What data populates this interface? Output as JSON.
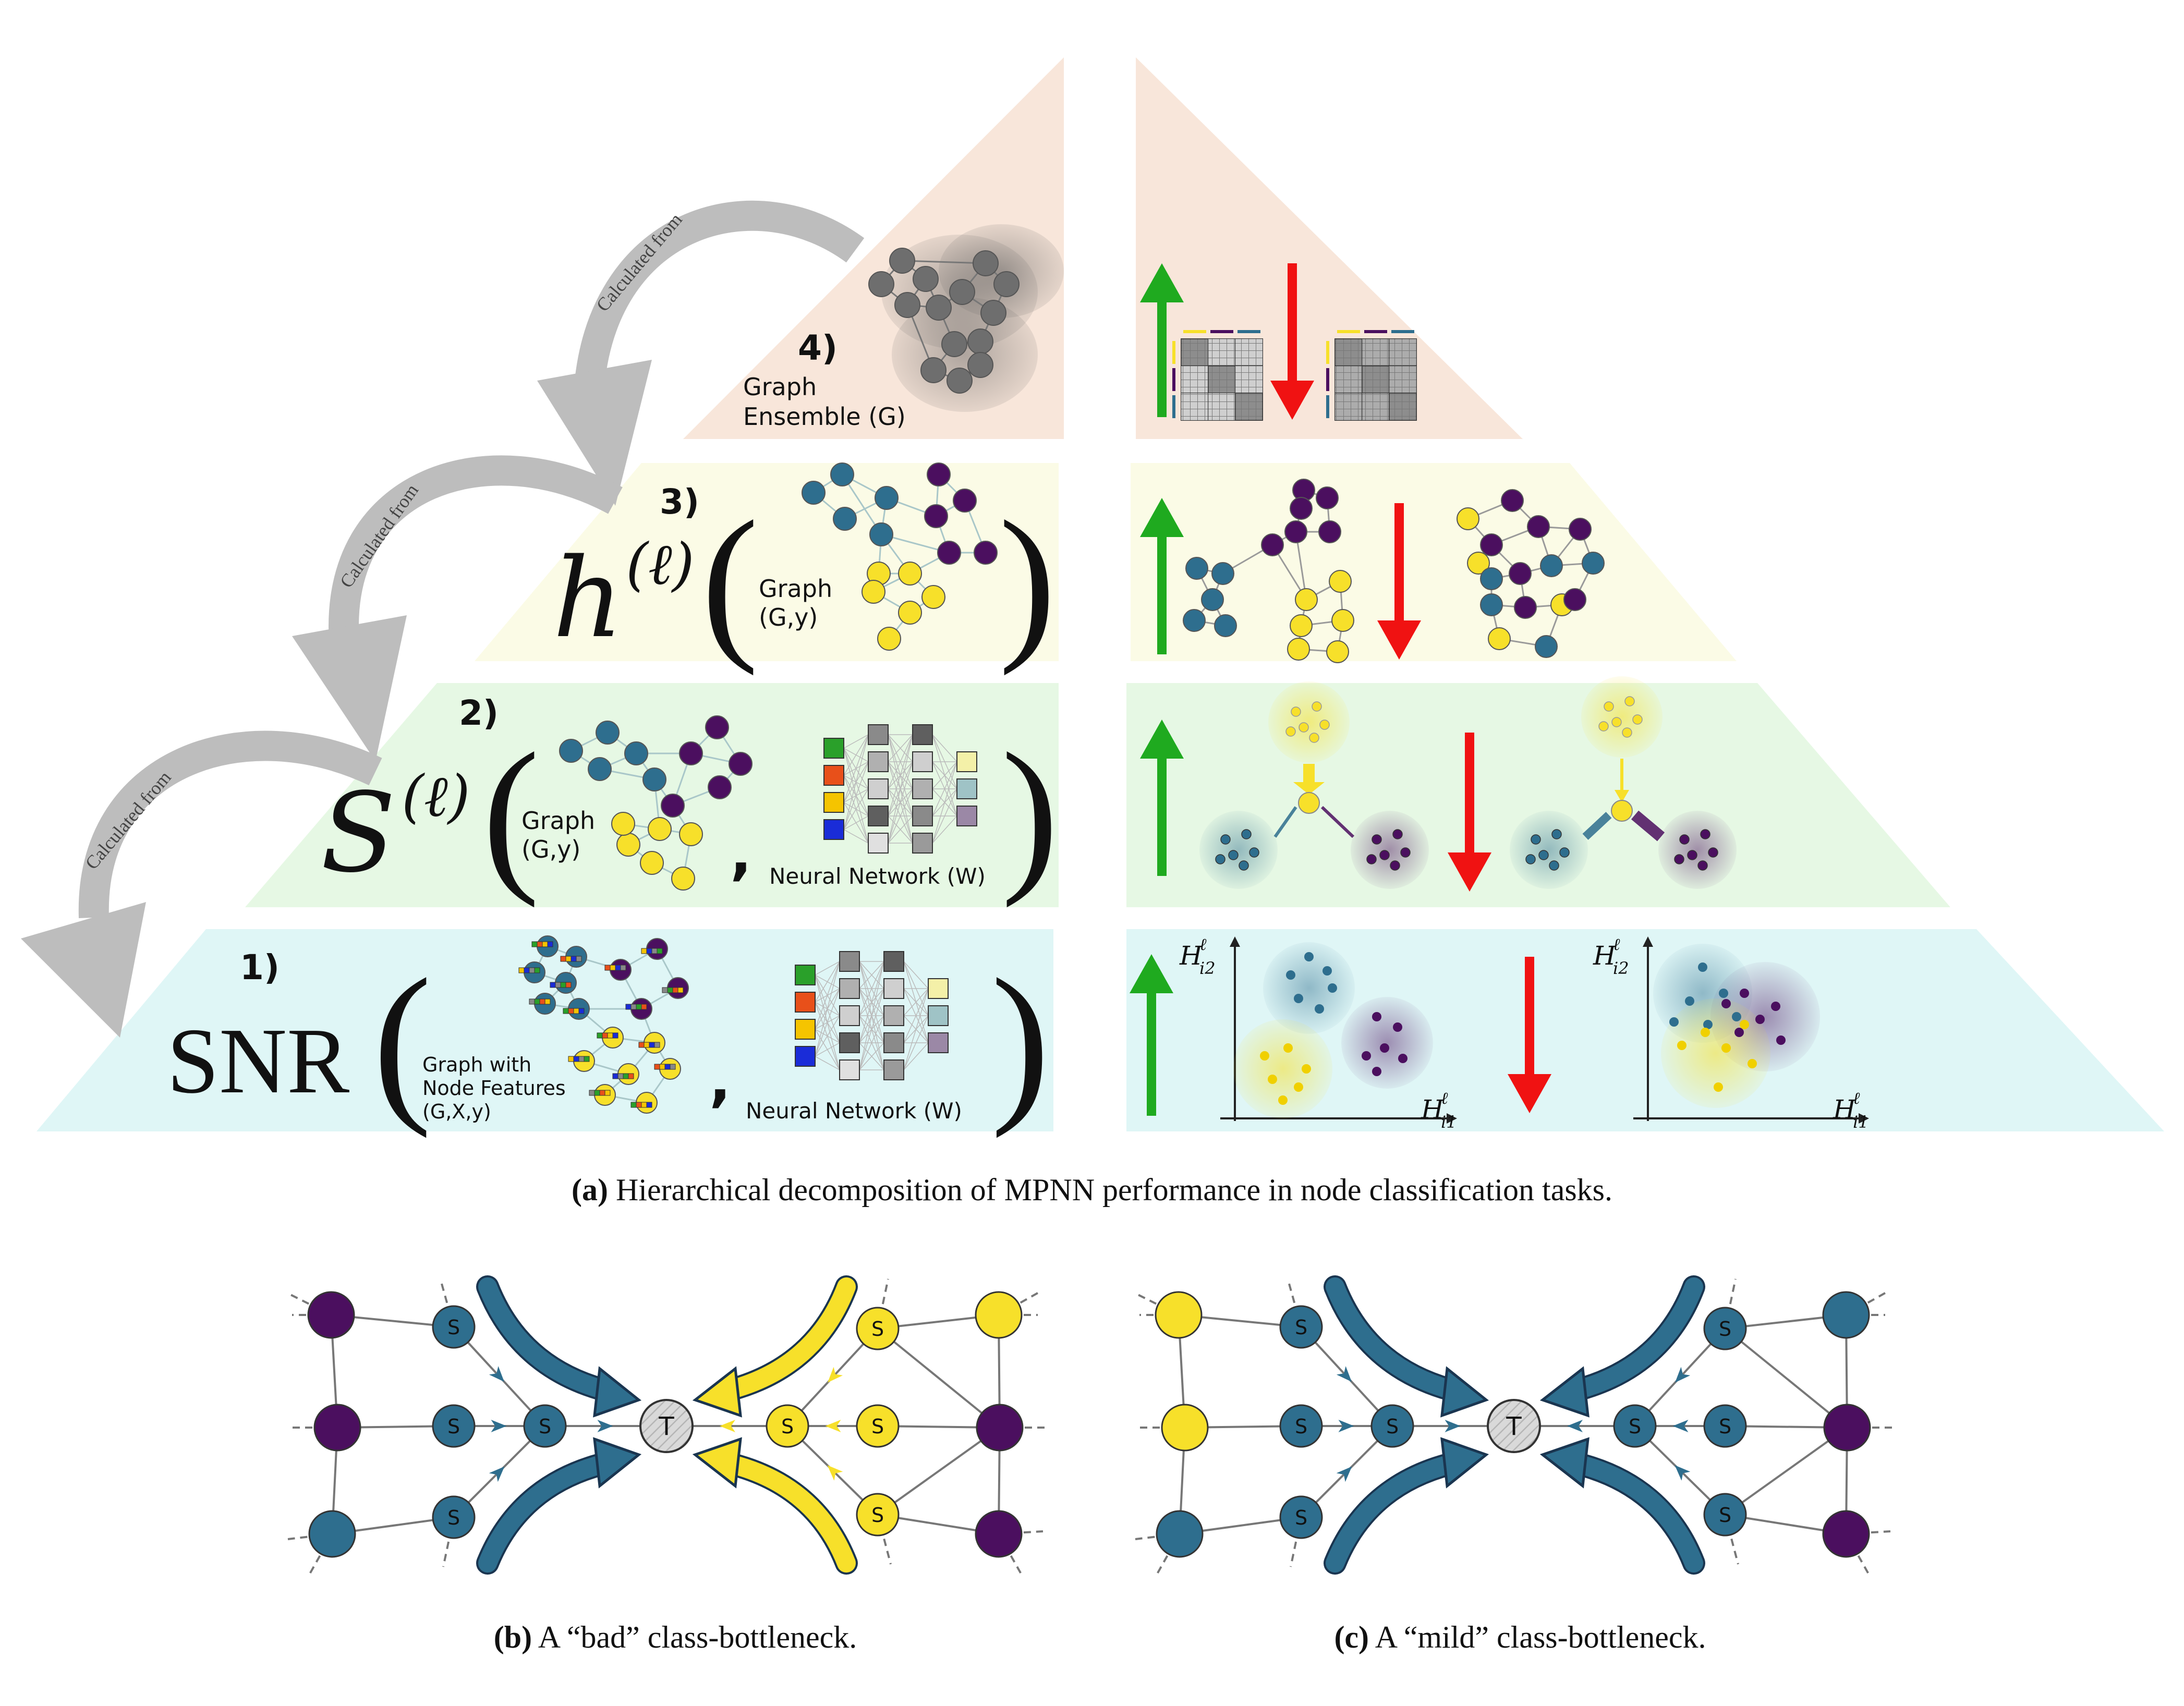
{
  "colors": {
    "teal": "#2e6e8e",
    "purple": "#4b0f5f",
    "yellow": "#f7e02a",
    "gray_node": "#6e6e6e",
    "green_arrow": "#1faa1f",
    "red_arrow": "#f01212",
    "tier4_bg": "#f8e6da",
    "tier3_bg": "#fbfbe6",
    "tier2_bg": "#e6f8e4",
    "tier1_bg": "#dff6f6",
    "curved_arrow": "#bdbdbd",
    "target_node": "#d6d6d6"
  },
  "pyramid": {
    "tier4": {
      "number": "4)",
      "label_line1": "Graph",
      "label_line2": "Ensemble (G)"
    },
    "tier3": {
      "number": "3)",
      "symbol": "h",
      "superscript": "(ℓ)",
      "graph_line1": "Graph",
      "graph_line2": "(G,y)"
    },
    "tier2": {
      "number": "2)",
      "symbol": "S",
      "superscript": "(ℓ)",
      "graph_line1": "Graph",
      "graph_line2": "(G,y)",
      "nn_label": "Neural Network (W)"
    },
    "tier1": {
      "number": "1)",
      "symbol": "SNR",
      "graph_line1": "Graph with",
      "graph_line2": "Node Features",
      "graph_line3": "(G,X,y)",
      "nn_label": "Neural Network (W)"
    },
    "calculated_from": "Calculated from",
    "axis_y_label": "H",
    "axis_y_sub": "i2",
    "axis_x_label": "H",
    "axis_x_sub": "i1",
    "axis_sup": "ℓ"
  },
  "captions": {
    "a": {
      "letter": "(a)",
      "text": "Hierarchical decomposition of MPNN performance in node classification tasks."
    },
    "b": {
      "letter": "(b)",
      "text": "A “bad” class-bottleneck."
    },
    "c": {
      "letter": "(c)",
      "text": "A “mild” class-bottleneck."
    }
  },
  "bottleneck": {
    "source_label": "S",
    "target_label": "T"
  }
}
